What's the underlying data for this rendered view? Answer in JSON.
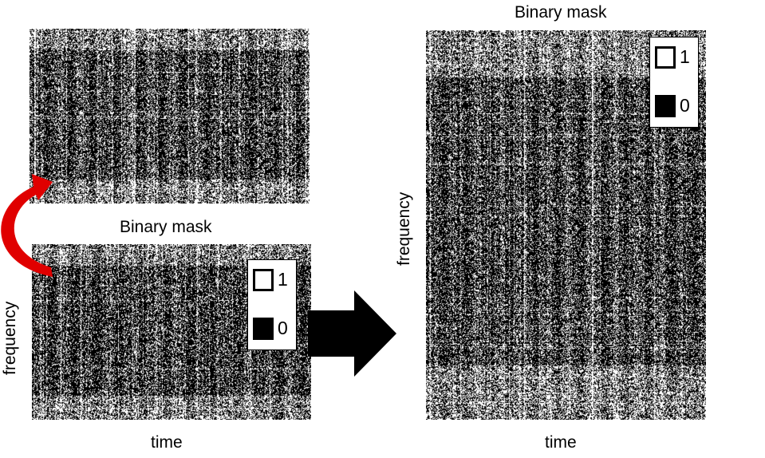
{
  "panels": {
    "top_left": {
      "title": ""
    },
    "bottom_left": {
      "title": "Binary mask",
      "xlabel": "time",
      "ylabel": "frequency"
    },
    "right": {
      "title": "Binary mask",
      "xlabel": "time",
      "ylabel": "frequency"
    }
  },
  "legend": {
    "items": [
      {
        "value": "1",
        "color": "#ffffff"
      },
      {
        "value": "0",
        "color": "#000000"
      }
    ]
  },
  "colors": {
    "curved_arrow": "#e00000",
    "block_arrow": "#000000"
  }
}
